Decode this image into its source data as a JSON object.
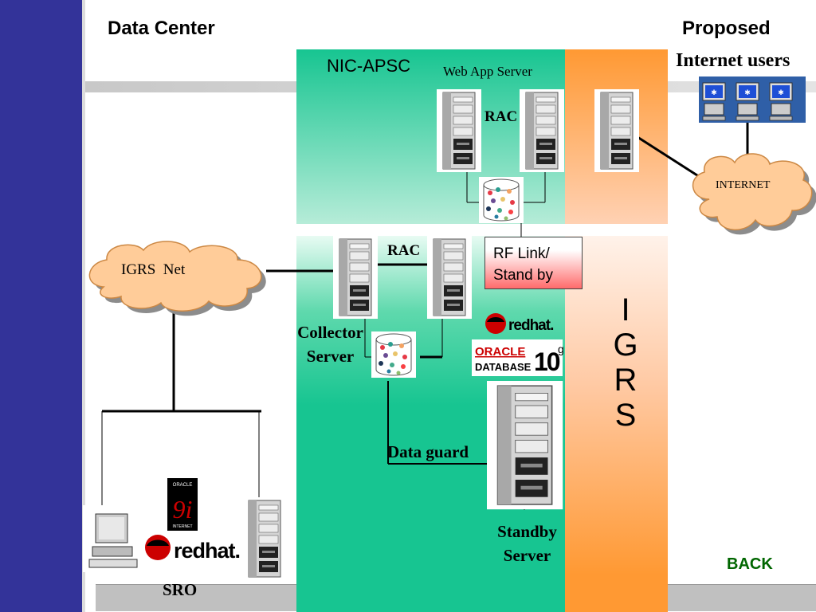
{
  "header": {
    "left_title": "Data Center",
    "right_title": "Proposed"
  },
  "labels": {
    "internet_users": "Internet users",
    "nic_apsc": "NIC-APSC",
    "web_app_server": "Web App Server",
    "rac_top": "RAC",
    "rac_mid": "RAC",
    "internet_cloud": "INTERNET",
    "igrs_net_cloud": "IGRS  Net",
    "rf_link_line1": "RF Link/",
    "rf_link_line2": "Stand by",
    "collector_line1": "Collector",
    "collector_line2": "Server",
    "data_guard": "Data guard",
    "standby_line1": "Standby",
    "standby_line2": "Server",
    "sro": "SRO",
    "igrs_letters": [
      "I",
      "G",
      "R",
      "S"
    ]
  },
  "logos": {
    "redhat_top": "redhat.",
    "redhat_bottom": "redhat.",
    "oracle_word": "ORACLE",
    "oracle_database": "DATABASE",
    "oracle_version": "10",
    "oracle_version_sup": "g",
    "oracle9i_top": "ORACLE",
    "oracle9i_version": "9i",
    "oracle9i_bottom": "INTERNET"
  },
  "navigation": {
    "back_label": "BACK"
  },
  "colors": {
    "left_bar": "#333399",
    "teal_panel": "#17c591",
    "orange_panel": "#ff9933",
    "cloud_fill": "#ffcc99",
    "back_link": "#006600",
    "rf_box_red": "#ff6b6b"
  }
}
